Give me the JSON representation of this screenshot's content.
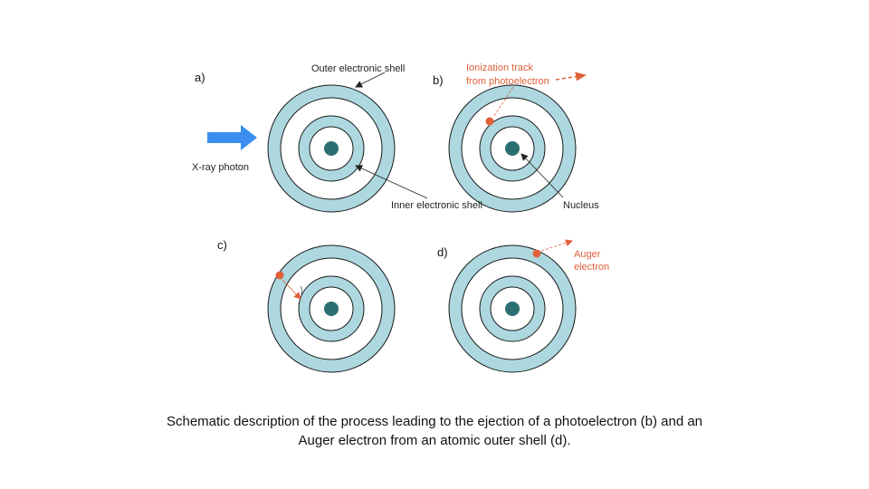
{
  "panels": {
    "a": "a)",
    "b": "b)",
    "c": "c)",
    "d": "d)"
  },
  "labels": {
    "outer_shell": "Outer electronic shell",
    "inner_shell": "Inner electronic shell",
    "xray_photon": "X-ray photon",
    "ionization_line1": "Ionization track",
    "ionization_line2": "from photoelectron",
    "nucleus": "Nucleus",
    "auger_line1": "Auger",
    "auger_line2": "electron"
  },
  "caption": {
    "line1": "Schematic description of the process leading to the ejection of  a photoelectron (b) and an",
    "line2": "Auger electron from an atomic outer shell (d)."
  },
  "colors": {
    "shell_fill": "#add8df",
    "nucleus": "#2b6f72",
    "electron": "#e0603a",
    "photon_arrow": "#3b8ef0",
    "annotation_orange": "#e0603a"
  }
}
